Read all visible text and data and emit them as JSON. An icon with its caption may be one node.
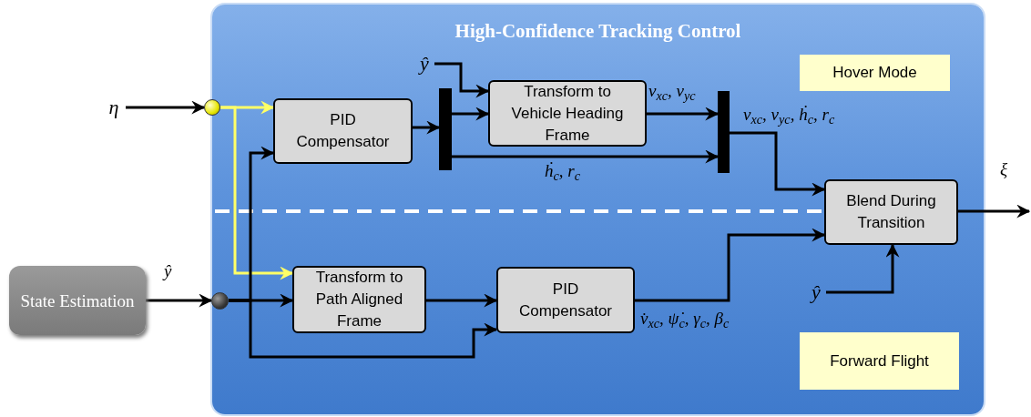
{
  "diagram": {
    "nodes": [
      {
        "text": [
          "High-Confidence Tracking Control"
        ]
      },
      {
        "text": [
          "PID Compensator"
        ],
        "in": 0
      },
      {
        "text": [
          "Transform to Vehicle Heading Frame"
        ],
        "in": 0
      },
      {
        "text": [],
        "shape": "bar",
        "in": 0
      },
      {
        "text": [],
        "shape": "bar",
        "in": 0
      },
      {
        "text": [
          "Blend During Transition"
        ],
        "in": 0
      },
      {
        "text": [
          "Transform to Path Aligned Frame"
        ],
        "in": 0
      },
      {
        "text": [
          "PID Compensator"
        ],
        "in": 0
      },
      {
        "text": [
          "Hover Mode"
        ],
        "in": 0
      },
      {
        "text": [
          "Forward Flight"
        ],
        "in": 0
      },
      {
        "text": [
          "State Estimation"
        ]
      },
      {
        "text": [],
        "shape": "circle"
      },
      {
        "text": [],
        "shape": "circle",
        "in": 0
      },
      {
        "text": [
          "η"
        ]
      },
      {
        "text": [
          "ŷ"
        ],
        "in": 0
      },
      {
        "text": [
          "ŷ"
        ],
        "in": 0
      }
    ],
    "edges": [
      {
        "from": 13,
        "to": 11,
        "arrow": "to"
      },
      {
        "from": 11,
        "to": 1,
        "arrow": "to",
        "color": "#ffff66"
      },
      {
        "from": 11,
        "to": 6,
        "arrow": "to",
        "color": "#ffff66"
      },
      {
        "from": 12,
        "to": 6,
        "arrow": "to"
      },
      {
        "from": 12,
        "to": 1,
        "arrow": "to"
      },
      {
        "from": 12,
        "to": 7,
        "arrow": "to"
      },
      {
        "from": 10,
        "to": 12,
        "arrow": "to",
        "label": "ŷ"
      },
      {
        "from": 1,
        "to": 3,
        "arrow": "to"
      },
      {
        "from": 14,
        "to": 2,
        "arrow": "to"
      },
      {
        "from": 3,
        "to": 2,
        "arrow": "to"
      },
      {
        "from": 3,
        "to": 4,
        "arrow": "to",
        "label": "ḣ$_{c}$, r$_{c}$"
      },
      {
        "from": 2,
        "to": 4,
        "arrow": "to",
        "label": "v$_{xc}$, v$_{yc}$"
      },
      {
        "from": 4,
        "to": 5,
        "arrow": "to",
        "label": "v$_{xc}$, v$_{yc}$, ḣ$_{c}$, r$_{c}$"
      },
      {
        "from": 6,
        "to": 7,
        "arrow": "to"
      },
      {
        "from": 7,
        "to": 5,
        "arrow": "to",
        "label": "v̇$_{xc}$, ψ̇$_{c}$, γ$_{c}$, β$_{c}$"
      },
      {
        "from": 15,
        "to": 5,
        "arrow": "to"
      },
      {
        "from": 5,
        "to": null,
        "arrow": "to",
        "label": "ξ"
      }
    ]
  }
}
